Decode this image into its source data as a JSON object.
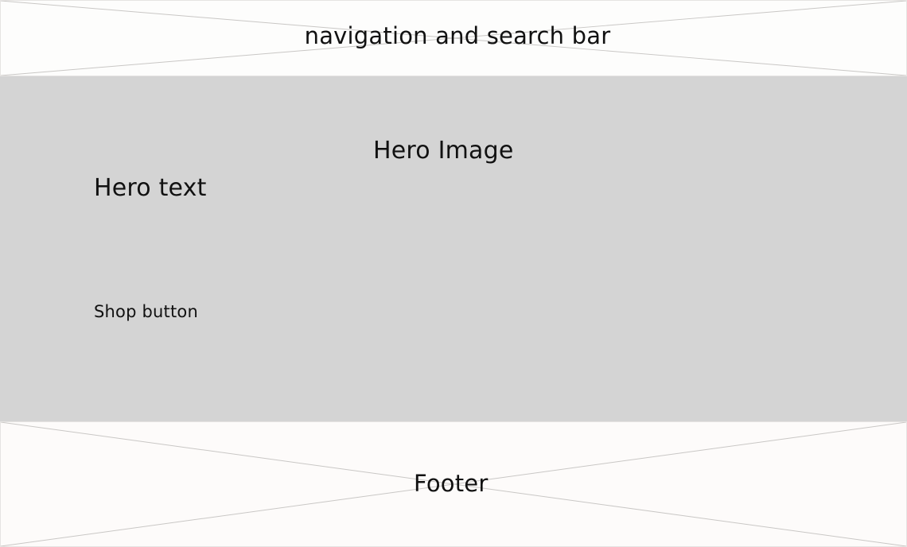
{
  "navigation": {
    "label": "navigation and search bar"
  },
  "hero": {
    "image_label": "Hero Image",
    "text": "Hero text",
    "shop_button_label": "Shop button"
  },
  "footer": {
    "label": "Footer"
  },
  "colors": {
    "hero_placeholder": "#d4d4d4",
    "wireframe_line": "#c9c7c5",
    "text": "#111111"
  }
}
